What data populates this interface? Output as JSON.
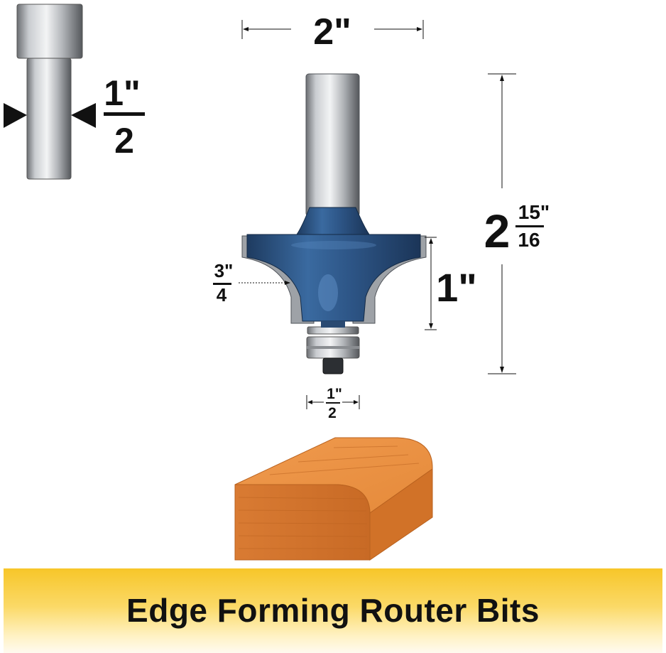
{
  "shank": {
    "fraction_numerator": "1\"",
    "fraction_denominator": "2"
  },
  "dimensions": {
    "overall_diameter": "2\"",
    "overall_length_whole": "2",
    "overall_length_numerator": "15\"",
    "overall_length_denominator": "16",
    "cutting_length": "1\"",
    "radius_numerator": "3\"",
    "radius_denominator": "4",
    "bearing_numerator": "1\"",
    "bearing_denominator": "2"
  },
  "banner": {
    "title": "Edge Forming Router Bits"
  },
  "colors": {
    "bit_blue": "#2f5a8c",
    "steel": "#b9bcc0",
    "wood": "#e08a3c",
    "banner_yellow": "#f7c629"
  }
}
